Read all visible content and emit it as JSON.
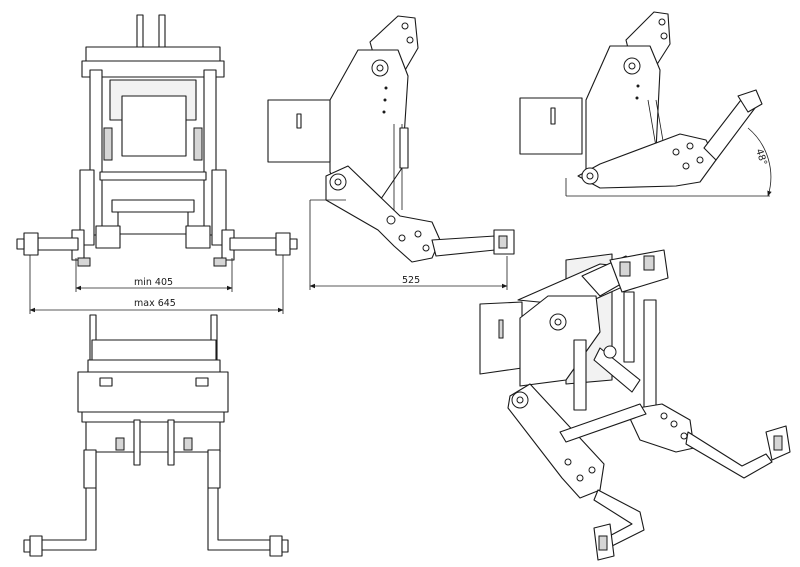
{
  "dimensions": {
    "min_width": "min 405",
    "max_width": "max 645",
    "length": "525",
    "angle": "48°"
  },
  "views": [
    "front-view",
    "side-view-lowered",
    "side-view-raised",
    "top-view",
    "isometric-view"
  ]
}
